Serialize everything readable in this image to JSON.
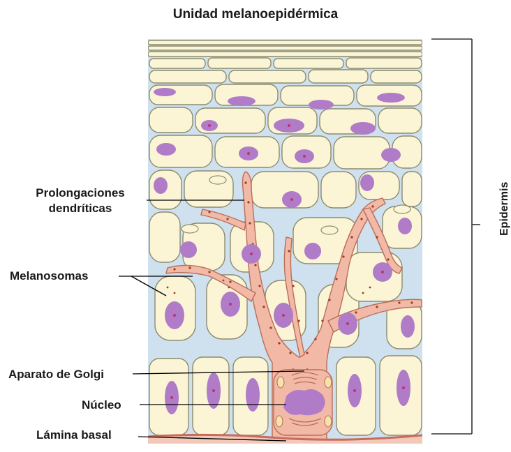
{
  "title": "Unidad melanoepidérmica",
  "labels": {
    "prolongaciones_line1": "Prolongaciones",
    "prolongaciones_line2": "dendríticas",
    "melanosomas": "Melanosomas",
    "aparato_golgi": "Aparato de Golgi",
    "nucleo": "Núcleo",
    "lamina_basal": "Lámina basal",
    "epidermis": "Epidermis"
  },
  "colors": {
    "background": "#ffffff",
    "intercellular_space": "#cfe0ee",
    "cell_fill": "#fbf5d6",
    "cell_outline": "#8c8c6e",
    "nucleus": "#b07cc8",
    "nucleolus": "#c0307a",
    "melanocyte": "#f2b9a6",
    "melanin_granule": "#9a3c1c",
    "basal_lamina": "#c96a5c",
    "dermis": "#f2c9b8",
    "label_text": "#1a1a1a",
    "leader_line": "#000000"
  }
}
